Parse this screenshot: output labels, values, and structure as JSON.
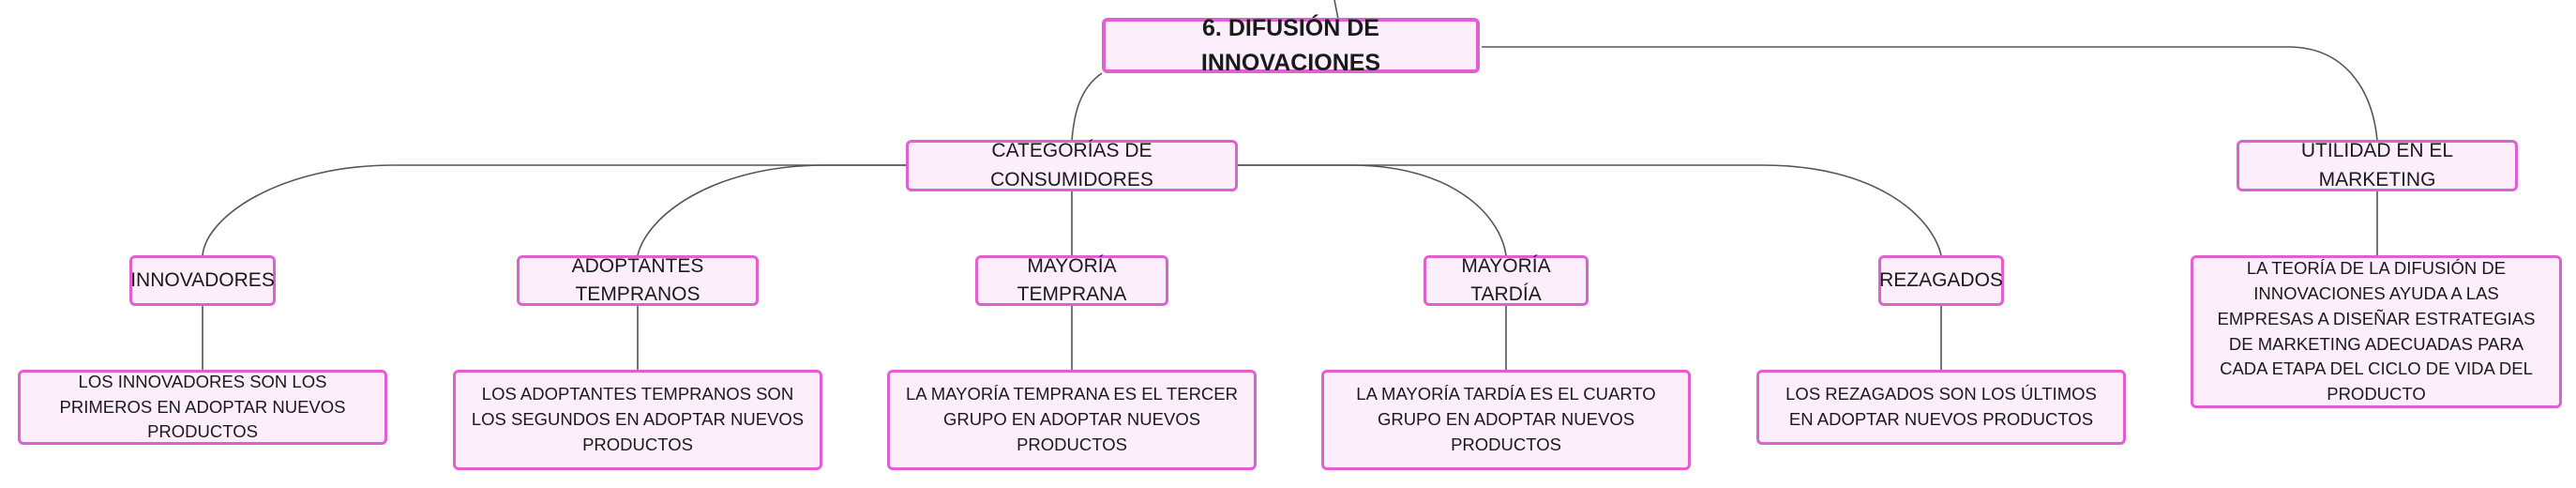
{
  "root": {
    "label": "6. DIFUSIÓN DE INNOVACIONES"
  },
  "branches": {
    "categorias": {
      "label": "CATEGORÍAS DE CONSUMIDORES"
    },
    "utilidad": {
      "label": "UTILIDAD EN EL MARKETING"
    }
  },
  "categories": [
    {
      "label": "INNOVADORES",
      "description": "LOS INNOVADORES SON LOS PRIMEROS EN ADOPTAR NUEVOS PRODUCTOS"
    },
    {
      "label": "ADOPTANTES TEMPRANOS",
      "description": "LOS ADOPTANTES TEMPRANOS SON LOS SEGUNDOS EN ADOPTAR NUEVOS PRODUCTOS"
    },
    {
      "label": "MAYORÍA TEMPRANA",
      "description": "LA MAYORÍA TEMPRANA ES EL TERCER GRUPO EN ADOPTAR NUEVOS PRODUCTOS"
    },
    {
      "label": "MAYORÍA TARDÍA",
      "description": "LA MAYORÍA TARDÍA ES EL CUARTO GRUPO EN ADOPTAR NUEVOS PRODUCTOS"
    },
    {
      "label": "REZAGADOS",
      "description": "LOS REZAGADOS SON LOS ÚLTIMOS EN ADOPTAR NUEVOS PRODUCTOS"
    }
  ],
  "utilidad_description": "LA TEORÍA DE LA DIFUSIÓN DE INNOVACIONES AYUDA A LAS EMPRESAS A DISEÑAR ESTRATEGIAS DE MARKETING ADECUADAS PARA CADA ETAPA DEL CICLO DE VIDA DEL PRODUCTO",
  "colors": {
    "node_border": "#e060d2",
    "node_fill": "#fdeefb",
    "connector": "#555555",
    "text": "#1a1a1a"
  }
}
